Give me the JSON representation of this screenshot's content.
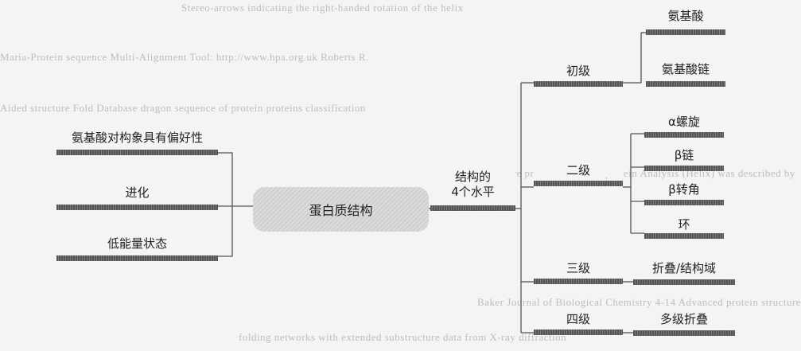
{
  "center": "蛋白质结构",
  "left_nodes": [
    "氨基酸对构象具有偏好性",
    "进化",
    "低能量状态"
  ],
  "mid_node": [
    "结构的",
    "4个水平"
  ],
  "levels": [
    {
      "label": "初级",
      "children": [
        "氨基酸",
        "氨基酸链"
      ]
    },
    {
      "label": "二级",
      "children": [
        "α螺旋",
        "β链",
        "β转角",
        "环"
      ]
    },
    {
      "label": "三级",
      "children": [
        "折叠/结构域"
      ]
    },
    {
      "label": "四级",
      "children": [
        "多级折叠"
      ]
    }
  ],
  "background_text_fragments": [
    "Stereo-arrows indicating the right-handed rotation of the helix",
    "Maria-Protein sequence Multi-Alignment Tool: http://www.hpa.org.uk Roberts R.",
    "Aided structure Fold Database dragon sequence of protein proteins classification",
    "domain structure prediction: TATA protein Analysis (Helix) was described by",
    "Baker Journal of Biological Chemistry 4-14 Advanced protein structure",
    "folding networks with extended substructure data from X-ray diffraction"
  ]
}
